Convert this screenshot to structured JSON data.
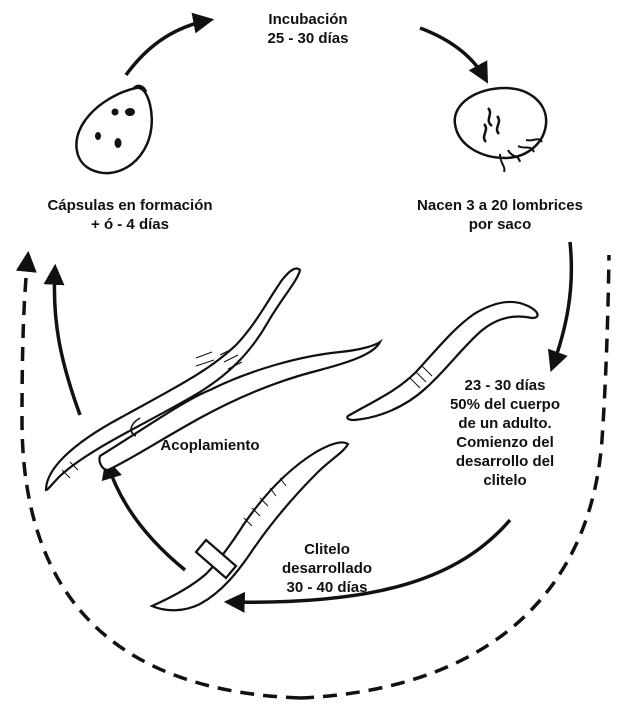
{
  "colors": {
    "ink": "#111111",
    "background": "#ffffff"
  },
  "labels": {
    "incubacion": [
      "Incubación",
      "25 - 30 días"
    ],
    "capsulas": [
      "Cápsulas en formación",
      "+ ó - 4 días"
    ],
    "nacen": [
      "Nacen 3 a 20 lombrices",
      "por saco"
    ],
    "juvenil": [
      "23 - 30 días",
      "50% del cuerpo",
      "de un adulto.",
      "Comienzo del",
      "desarrollo del",
      "clitelo"
    ],
    "clitelo": [
      "Clitelo",
      "desarrollado",
      "30 - 40 días"
    ],
    "acoplamiento": "Acoplamiento"
  },
  "icons": {
    "capsule": "capsule-icon",
    "hatching_cocoon": "hatching-cocoon-icon",
    "mating_worms": "mating-worms-icon",
    "juvenile_worm": "juvenile-worm-icon",
    "adult_worm": "adult-clitellate-worm-icon"
  }
}
